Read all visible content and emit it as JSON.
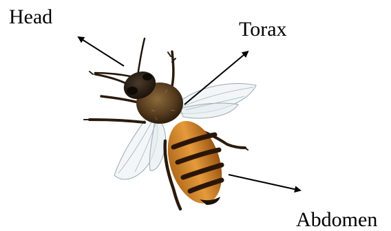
{
  "labels": {
    "head": "Head",
    "torax": "Torax",
    "abdomen": "Abdomen"
  },
  "colors": {
    "background": "#ffffff",
    "arrow": "#000000",
    "label": "#000000"
  },
  "icons": {
    "subject": "honeybee-illustration"
  }
}
